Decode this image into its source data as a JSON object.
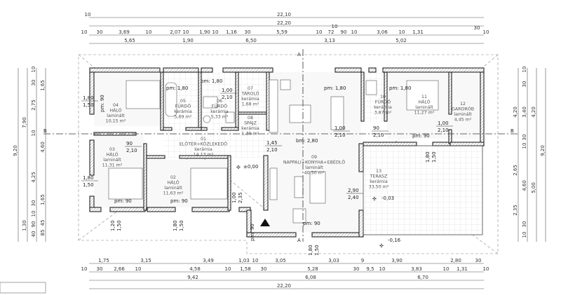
{
  "title": "Ground floor plan",
  "sections": {
    "a_top": "A",
    "a_bottom": "A",
    "b_left": "B",
    "b_right": "B"
  },
  "rooms": [
    {
      "num": "01",
      "name": "ELŐTÉR+KÖZLEKEDŐ",
      "floor": "kerámia",
      "area": "14,13 m²"
    },
    {
      "num": "02",
      "name": "HÁLÓ",
      "floor": "laminált",
      "area": "11,63 m²"
    },
    {
      "num": "03",
      "name": "HÁLÓ",
      "floor": "laminált",
      "area": "11,31 m²"
    },
    {
      "num": "04",
      "name": "HÁLÓ",
      "floor": "laminált",
      "area": "10,15 m²"
    },
    {
      "num": "05",
      "name": "FÜRDŐ",
      "floor": "kerámia",
      "area": "5,69 m²"
    },
    {
      "num": "06",
      "name": "FÜRDŐ",
      "floor": "kerámia",
      "area": "5,33 m²"
    },
    {
      "num": "07",
      "name": "TÁROLÓ",
      "floor": "kerámia",
      "area": "1,68 m²"
    },
    {
      "num": "08",
      "name": "SPÁJZ",
      "floor": "kerámia",
      "area": "1,39 m²"
    },
    {
      "num": "09",
      "name": "NAPPALI+KONYHA+EBÉDLŐ",
      "floor": "laminált",
      "area": "40,50 m²"
    },
    {
      "num": "10",
      "name": "FÜRDŐ",
      "floor": "kerámia",
      "area": "3,87 m²"
    },
    {
      "num": "11",
      "name": "HÁLÓ",
      "floor": "laminált",
      "area": "11,27 m²"
    },
    {
      "num": "12",
      "name": "GARDRÓB",
      "floor": "laminált",
      "area": "4,45 m²"
    },
    {
      "num": "13",
      "name": "TERASZ",
      "floor": "kerámia",
      "area": "33,50 m²"
    }
  ],
  "levels": {
    "entry": "±0,00",
    "terrace": "-0,03",
    "ground": "-0,16"
  },
  "annotations": [
    "pm: 1,80",
    "pm: 1,80",
    "pm: 1,80",
    "pm: 1,80",
    "pm: 90",
    "pm: 90",
    "pm: 90",
    "pm: 90",
    "pm: 90",
    "bm: 2,80",
    "pm: 90"
  ],
  "openings": [
    {
      "w": "90",
      "h": "2,10"
    },
    {
      "w": "1,45",
      "h": "2,10"
    },
    {
      "w": "1,00",
      "h": "2,10"
    },
    {
      "w": "90",
      "h": "2,10"
    },
    {
      "w": "1,00",
      "h": "2,10"
    },
    {
      "w": "2,90",
      "h": "2,40"
    },
    {
      "w": "1,00",
      "h": "2,10"
    },
    {
      "w": "1,80",
      "h": "1,50"
    },
    {
      "w": "1,80",
      "h": "1,50"
    },
    {
      "w": "1,20",
      "h": "1,50"
    },
    {
      "w": "1,80",
      "h": "1,50"
    },
    {
      "w": "1,80",
      "h": "1,50"
    },
    {
      "w": "1,80",
      "h": "1,50"
    },
    {
      "w": "1,00",
      "h": "2,35"
    }
  ],
  "dimensions": {
    "top_row1": [
      "10",
      "22,10"
    ],
    "top_row2": [
      "22,20"
    ],
    "top_row3": [
      "10",
      "30",
      "3,69",
      "10",
      "2,07",
      "10",
      "1,90",
      "10",
      "1,16",
      "30",
      "5,59",
      "10",
      "72",
      "10",
      "90",
      "10",
      "3,06",
      "10",
      "1,31",
      "30",
      "10"
    ],
    "top_row4": [
      "5,65",
      "1,90",
      "6,50",
      "3,13",
      "5,02"
    ],
    "bottom_row1": [
      "1,75",
      "3,15",
      "3,49",
      "1,03",
      "10",
      "3,05",
      "3,03",
      "9",
      "3,90",
      "2,80",
      "30"
    ],
    "bottom_row2": [
      "10",
      "30",
      "2,66",
      "10",
      "4,58",
      "10",
      "1,58",
      "30",
      "5,28",
      "30",
      "9,5",
      "10",
      "3,83",
      "10",
      "1,31",
      "10"
    ],
    "bottom_row3": [
      "9,42",
      "6,08",
      "6,70"
    ],
    "bottom_row4": [
      "22,20"
    ],
    "left_col1": [
      "9,20"
    ],
    "left_col2": [
      "7,90",
      "1,30"
    ],
    "left_col3": [
      "10",
      "30",
      "2,75",
      "10",
      "4,25",
      "30",
      "10",
      "90",
      "40"
    ],
    "left_col4": [
      "1,65",
      "4,60",
      "1,65",
      "45",
      "85"
    ],
    "right_col1": [
      "4,20",
      "2,65",
      "2,35"
    ],
    "right_col2": [
      "10",
      "30",
      "3,40",
      "30",
      "10",
      "4,60",
      "30",
      "10"
    ],
    "right_col3": [
      "4,20",
      "5,00"
    ],
    "right_col4": [
      "9,20"
    ]
  },
  "colors": {
    "wall": "#222222",
    "hatch": "#777777",
    "dim": "#333333"
  }
}
